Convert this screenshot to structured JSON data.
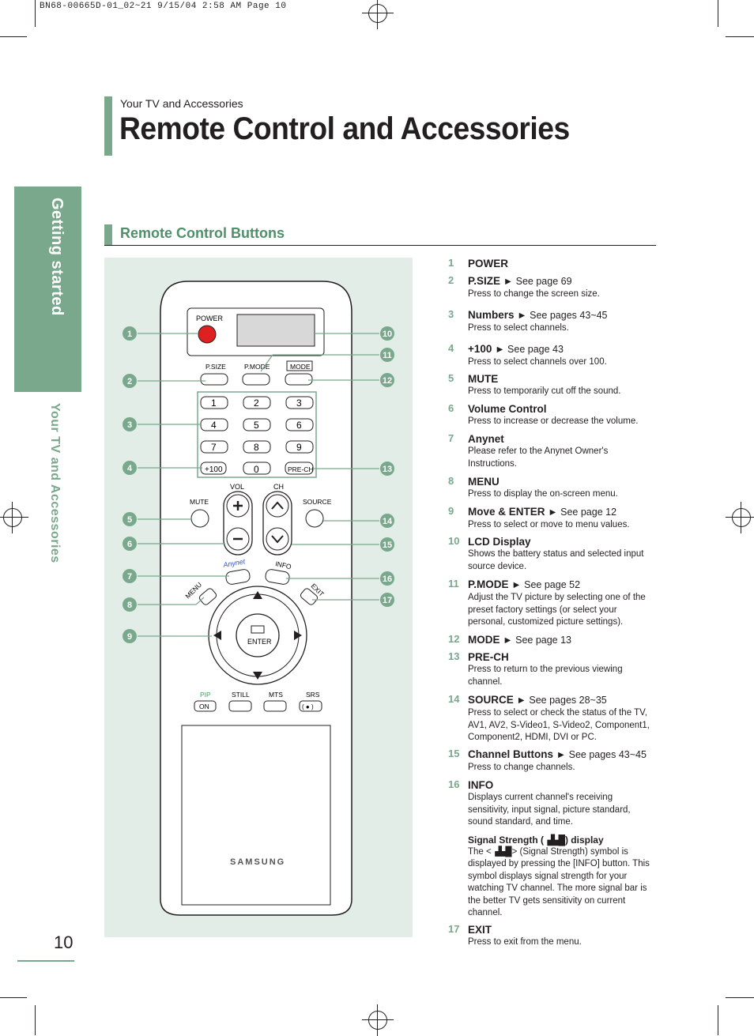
{
  "print_slug": "BN68-00665D-01_02~21   9/15/04   2:58 AM   Page 10",
  "header": {
    "section": "Your TV and Accessories",
    "title": "Remote Control and Accessories"
  },
  "side_tabs": {
    "active": "Getting started",
    "secondary": "Your TV and Accessories"
  },
  "section_title": "Remote Control Buttons",
  "page_number": "10",
  "colors": {
    "accent": "#7aa88c",
    "accent_text": "#4f8f6a",
    "panel": "#e3ede7",
    "power": "#e02020",
    "pip": "#3aa055"
  },
  "remote": {
    "power": "POWER",
    "psize": "P.SIZE",
    "pmode": "P.MODE",
    "mode": "MODE",
    "digits": [
      "1",
      "2",
      "3",
      "4",
      "5",
      "6",
      "7",
      "8",
      "9"
    ],
    "zero": "0",
    "plus100": "+100",
    "prech": "PRE-CH",
    "vol": "VOL",
    "ch": "CH",
    "mute": "MUTE",
    "source": "SOURCE",
    "anynet": "Anynet",
    "info": "INFO",
    "menu": "MENU",
    "exit": "EXIT",
    "enter": "ENTER",
    "pip": "PIP",
    "on": "ON",
    "still": "STILL",
    "mts": "MTS",
    "srs": "SRS",
    "srs_btn": "( ● )",
    "brand": "SAMSUNG"
  },
  "callouts_left": [
    "1",
    "2",
    "3",
    "4",
    "5",
    "6",
    "7",
    "8",
    "9"
  ],
  "callouts_right": [
    "10",
    "11",
    "12",
    "13",
    "14",
    "15",
    "16",
    "17"
  ],
  "items": [
    {
      "num": "1",
      "name": "POWER",
      "ref": "",
      "desc": ""
    },
    {
      "num": "2",
      "name": "P.SIZE",
      "ref": "► See page 69",
      "desc": "Press to change the screen size."
    },
    {
      "num": "3",
      "name": "Numbers",
      "ref": "► See pages 43~45",
      "desc": "Press to select channels."
    },
    {
      "num": "4",
      "name": "+100",
      "ref": "► See page 43",
      "desc": "Press to select channels over 100."
    },
    {
      "num": "5",
      "name": "MUTE",
      "ref": "",
      "desc": "Press to temporarily cut off the sound."
    },
    {
      "num": "6",
      "name": "Volume Control",
      "ref": "",
      "desc": "Press to increase or decrease the volume."
    },
    {
      "num": "7",
      "name": "Anynet",
      "ref": "",
      "desc": "Please refer to the Anynet Owner's Instructions."
    },
    {
      "num": "8",
      "name": "MENU",
      "ref": "",
      "desc": "Press to display the on-screen menu."
    },
    {
      "num": "9",
      "name": "Move & ENTER",
      "ref": "► See page 12",
      "desc": "Press to select or move to menu values."
    },
    {
      "num": "10",
      "name": "LCD Display",
      "ref": "",
      "desc": "Shows the battery status and selected input source device."
    },
    {
      "num": "11",
      "name": "P.MODE",
      "ref": "► See page 52",
      "desc": "Adjust the TV picture by selecting one of the preset factory settings (or select your personal, customized picture settings)."
    },
    {
      "num": "12",
      "name": "MODE",
      "ref": "► See page 13",
      "desc": ""
    },
    {
      "num": "13",
      "name": "PRE-CH",
      "ref": "",
      "desc": "Press to return to the previous viewing channel."
    },
    {
      "num": "14",
      "name": "SOURCE",
      "ref": "► See pages 28~35",
      "desc": "Press to select or check the status of the TV, AV1, AV2, S-Video1, S-Video2, Component1, Component2, HDMI, DVI or PC."
    },
    {
      "num": "15",
      "name": "Channel Buttons",
      "ref": "► See pages 43~45",
      "desc": "Press to change channels."
    },
    {
      "num": "16",
      "name": "INFO",
      "ref": "",
      "desc": "Displays current channel's receiving sensitivity, input signal, picture standard, sound standard, and time."
    },
    {
      "num": "17",
      "name": "EXIT",
      "ref": "",
      "desc": "Press to exit from the menu."
    }
  ],
  "signal_note": {
    "heading_pre": "Signal Strength (",
    "heading_post": ") display",
    "text_pre": "The <",
    "text_post": "> (Signal Strength) symbol is displayed by pressing the [INFO] button. This symbol displays signal strength for your watching TV channel. The more signal bar is the better TV gets sensitivity on current channel."
  }
}
